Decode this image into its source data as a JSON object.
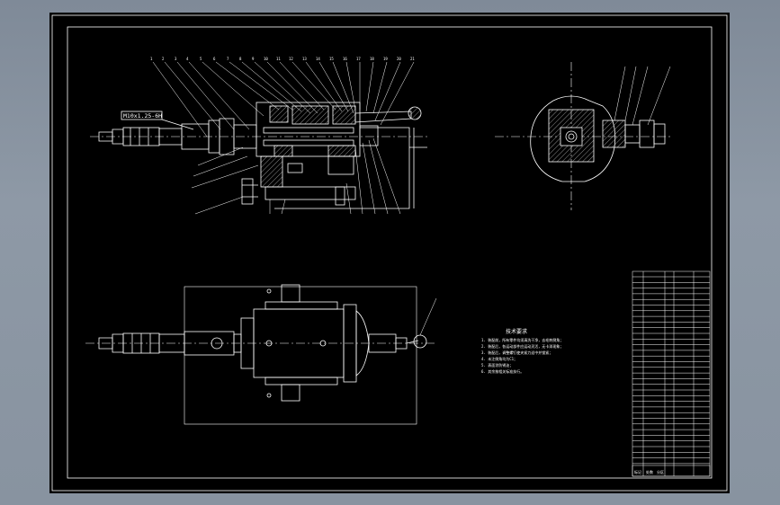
{
  "colors": {
    "background_gray": "#8893a0",
    "canvas": "#000000",
    "line": "#ffffff",
    "hatch": "#c8c8c8"
  },
  "section_view": {
    "callout_label": "M10x1.25-6H"
  },
  "technical_requirements": {
    "title": "技术要求",
    "items": [
      "1. 装配前，所有零件均须清洗干净，去毛刺倒角；",
      "2. 装配后，各运动部件应运动灵活，无卡滞现象；",
      "3. 装配后，调整螺钉使夹紧力适中并锁紧；",
      "4. 未注倒角均为C1；",
      "5. 表面涂防锈油；",
      "6. 其余按相关标准执行。"
    ]
  },
  "title_block": {
    "footer": [
      "标记",
      "处数",
      "分区"
    ]
  }
}
